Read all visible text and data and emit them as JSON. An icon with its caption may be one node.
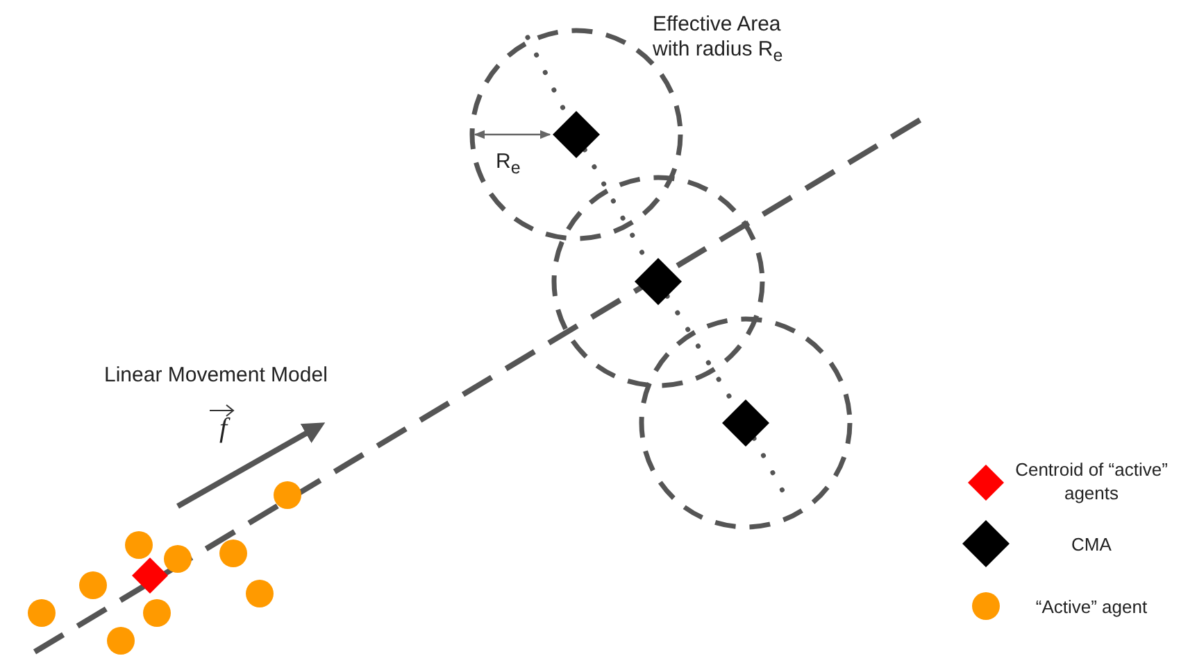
{
  "diagram": {
    "nodes": [
      {
        "text": [],
        "shape": "diamond"
      },
      {
        "text": [],
        "shape": "diamond"
      },
      {
        "text": [],
        "shape": "diamond"
      }
    ],
    "edges": [
      {
        "from": null,
        "to": 0,
        "arrow": "none",
        "style": "dashed"
      },
      {
        "from": 0,
        "to": 1,
        "arrow": "none",
        "style": "dashed"
      },
      {
        "from": 1,
        "to": 2,
        "arrow": "none",
        "style": "dashed"
      },
      {
        "from": 2,
        "to": null,
        "arrow": "none",
        "style": "dashed"
      }
    ],
    "labels": [
      "Effective Area with radius R$_{e}$",
      "R$_{e}$",
      "Linear Movement Model",
      "f"
    ],
    "legend": [
      {
        "text": "Centroid of “active” agents"
      },
      {
        "text": "CMA"
      },
      {
        "text": "“Active” agent"
      }
    ]
  }
}
